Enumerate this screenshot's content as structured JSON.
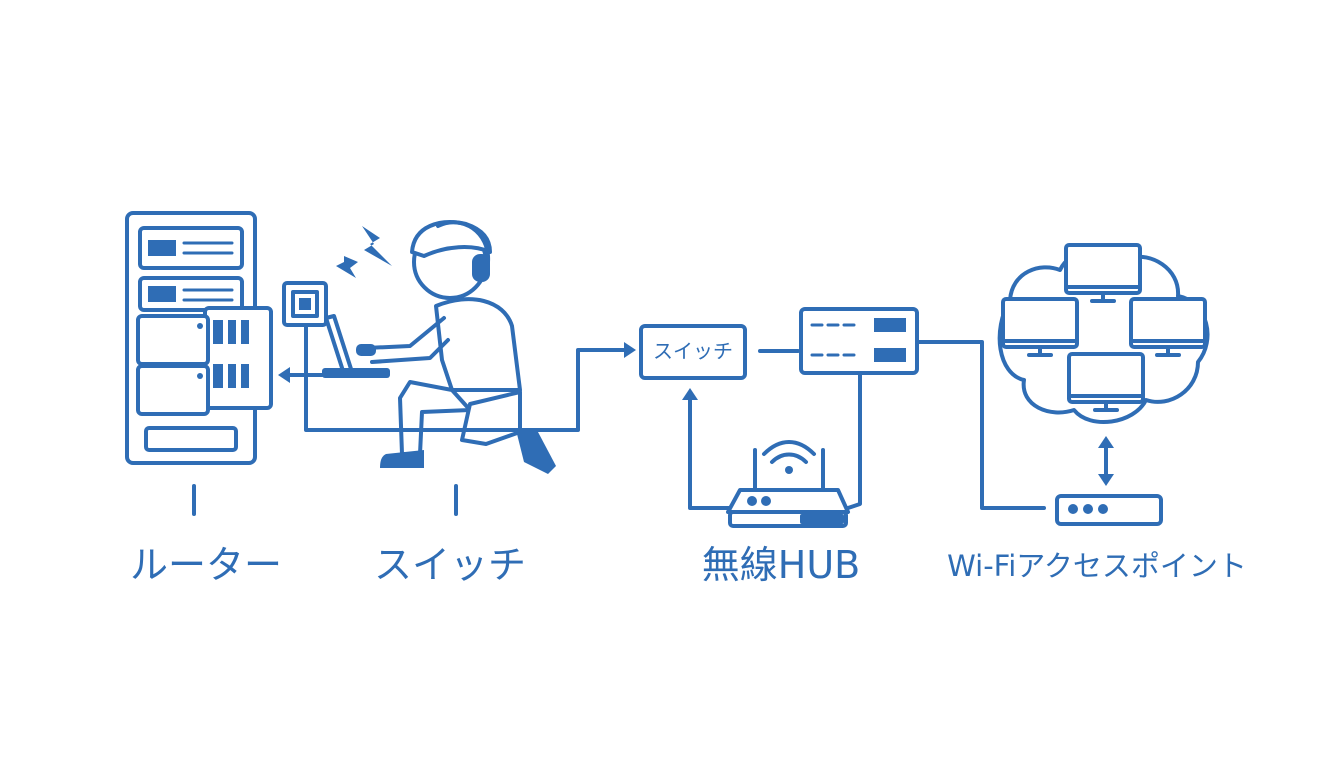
{
  "colors": {
    "primary": "#2f6db5",
    "background": "#ffffff"
  },
  "labels": {
    "router": "ルーター",
    "switch": "スイッチ",
    "switch_box": "スイッチ",
    "wireless_hub": "無線HUB",
    "wifi_ap": "Wi-Fiアクセスポイント"
  },
  "icons": [
    "server-rack-icon",
    "wall-outlet-icon",
    "technician-icon",
    "laptop-icon",
    "headset-icon",
    "lightning-icon",
    "network-switch-icon",
    "wifi-router-icon",
    "access-point-icon",
    "computer-cloud-icon"
  ]
}
